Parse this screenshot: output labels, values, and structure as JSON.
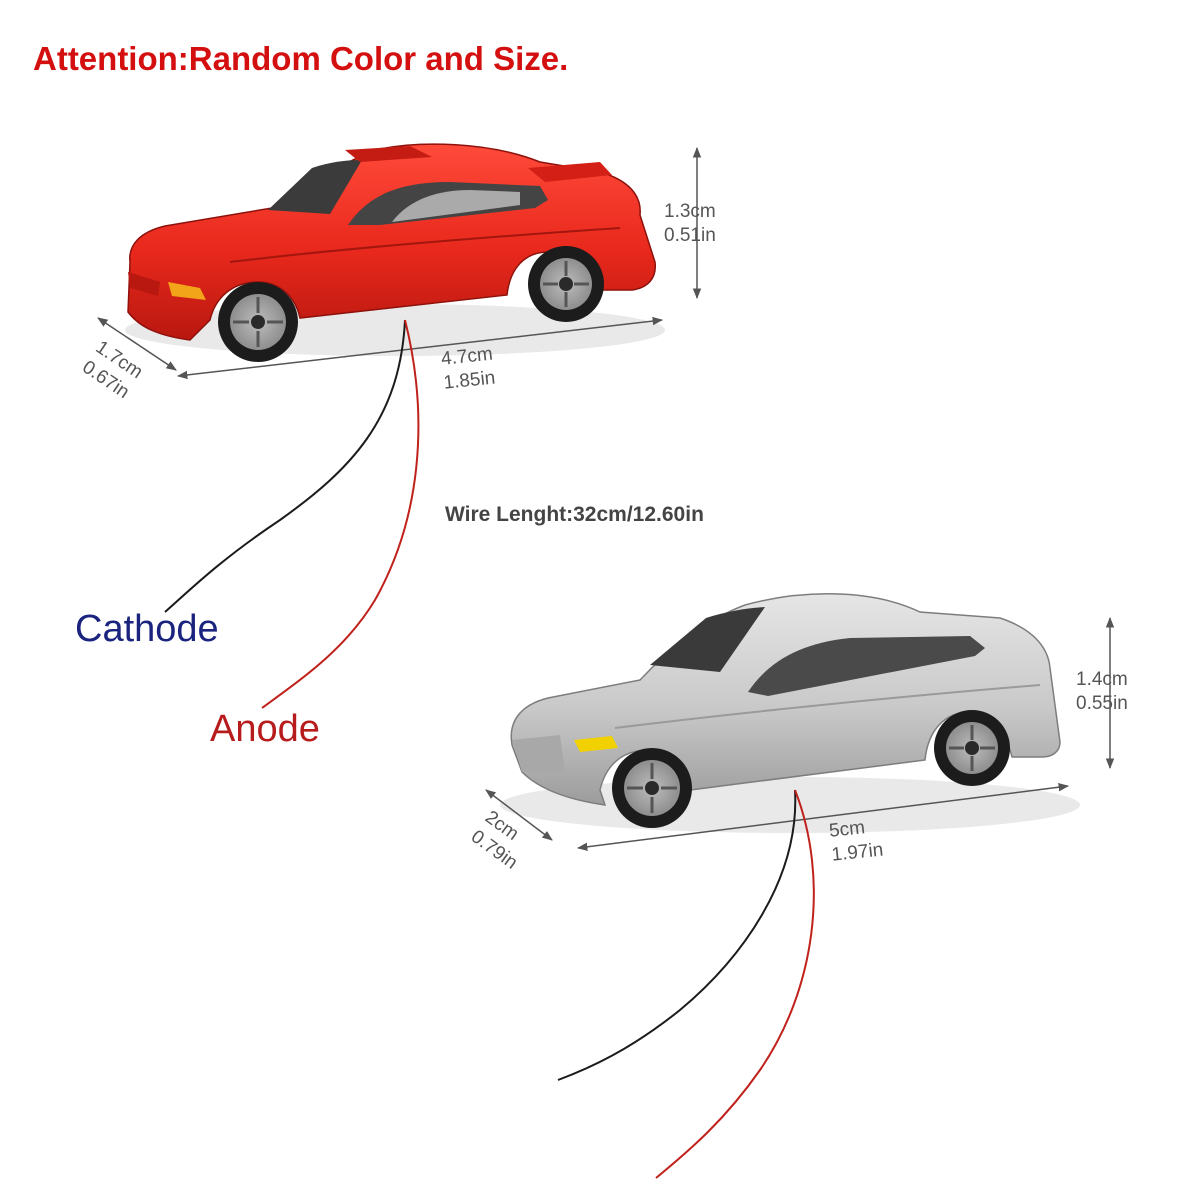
{
  "title": "Attention:Random Color and Size.",
  "wire_length": "Wire Lenght:32cm/12.60in",
  "wire_labels": {
    "cathode": "Cathode",
    "anode": "Anode"
  },
  "colors": {
    "title": "#d40f0f",
    "cathode": "#1a237e",
    "anode": "#b71c1c",
    "red_car": "#e8281c",
    "silver_car": "#c8c8c8",
    "wire_black": "#1b1b1b",
    "wire_red": "#c0211b"
  },
  "cars": [
    {
      "color": "red",
      "height": {
        "cm": "1.3cm",
        "in": "0.51in"
      },
      "length": {
        "cm": "4.7cm",
        "in": "1.85in"
      },
      "width": {
        "cm": "1.7cm",
        "in": "0.67in"
      }
    },
    {
      "color": "silver",
      "height": {
        "cm": "1.4cm",
        "in": "0.55in"
      },
      "length": {
        "cm": "5cm",
        "in": "1.97in"
      },
      "width": {
        "cm": "2cm",
        "in": "0.79in"
      }
    }
  ]
}
